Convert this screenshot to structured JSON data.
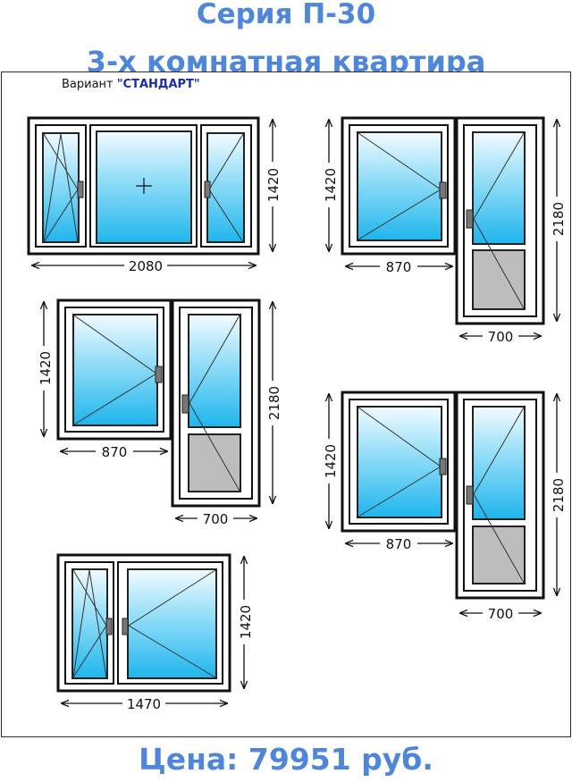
{
  "header": {
    "series": "Серия П-30",
    "apartment": "3-х комнатная квартира"
  },
  "variant": {
    "label": "Вариант",
    "name": "\"СТАНДАРТ\""
  },
  "windows": [
    {
      "id": "w1",
      "width_label": "2080",
      "height_label": "1420"
    },
    {
      "id": "w2",
      "width_label": "870",
      "height_label": "1420",
      "door_width_label": "700",
      "door_height_label": "2180"
    },
    {
      "id": "w3",
      "width_label": "870",
      "height_label": "1420",
      "door_width_label": "700",
      "door_height_label": "2180"
    },
    {
      "id": "w4",
      "width_label": "870",
      "height_label": "1420",
      "door_width_label": "700",
      "door_height_label": "2180"
    },
    {
      "id": "w5",
      "width_label": "1470",
      "height_label": "1420"
    }
  ],
  "footer": {
    "price": "Цена: 79951 руб."
  },
  "colors": {
    "title": "#4f86d8",
    "variant_name": "#1a2f9e",
    "glass_top": "#f2fbff",
    "glass_bottom": "#1fb5ec",
    "door_panel": "#bdbdbd"
  }
}
